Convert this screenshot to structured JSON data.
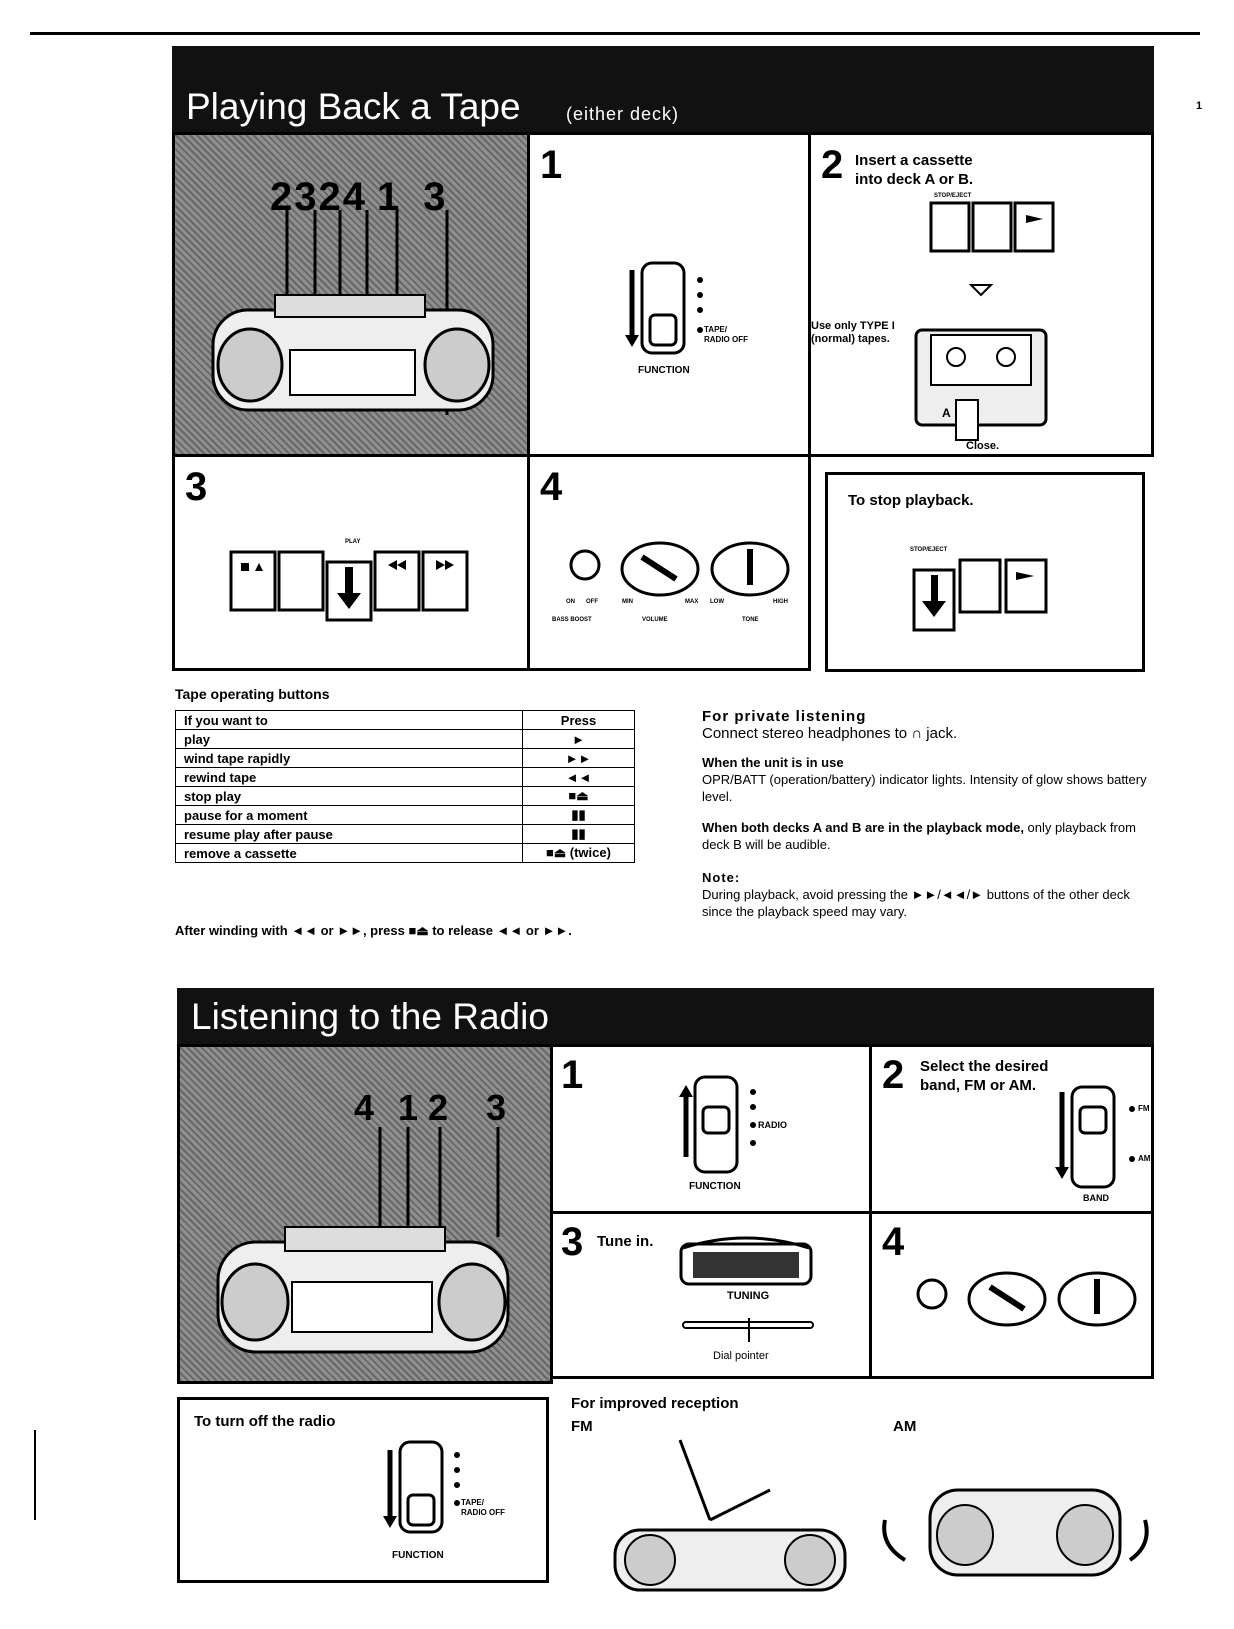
{
  "page_marker": "1",
  "tape": {
    "title": "Playing Back a Tape",
    "subtitle": "(either deck)",
    "callouts": [
      "2",
      "3",
      "2",
      "4",
      "1",
      "3"
    ],
    "step1": {
      "num": "1",
      "switch_label": "TAPE/\nRADIO OFF",
      "caption": "FUNCTION"
    },
    "step2": {
      "num": "2",
      "text": "Insert a cassette\ninto deck A or B.",
      "stop_label": "STOP/EJECT",
      "note": "Use only TYPE I\n(normal) tapes.",
      "close": "Close.",
      "deck_label": "A"
    },
    "step3": {
      "num": "3",
      "play_label": "PLAY"
    },
    "step4": {
      "num": "4",
      "bass": "ON",
      "off": "OFF",
      "bass_caption": "BASS BOOST",
      "volume": "VOLUME",
      "min": "MIN",
      "max": "MAX",
      "tone": "TONE",
      "low": "LOW",
      "high": "HIGH"
    },
    "stop": {
      "title": "To stop playback.",
      "stop_label": "STOP/EJECT"
    }
  },
  "buttons_table": {
    "title": "Tape operating buttons",
    "headers": [
      "If you want to",
      "Press"
    ],
    "rows": [
      [
        "play",
        "►"
      ],
      [
        "wind tape rapidly",
        "►►"
      ],
      [
        "rewind tape",
        "◄◄"
      ],
      [
        "stop play",
        "■⏏"
      ],
      [
        "pause for a moment",
        "▮▮"
      ],
      [
        "resume play after pause",
        "▮▮"
      ],
      [
        "remove a cassette",
        "■⏏ (twice)"
      ]
    ],
    "footnote": "After winding with ◄◄ or ►►, press ■⏏ to release ◄◄ or ►►."
  },
  "info": {
    "private_h": "For private listening",
    "private_t": "Connect stereo headphones to ∩ jack.",
    "inuse_h": "When the unit is in use",
    "inuse_t": "OPR/BATT (operation/battery) indicator lights. Intensity of glow shows battery level.",
    "both_h": "When both decks A and B are in the playback mode,",
    "both_t": " only playback from deck B will be audible.",
    "note_h": "Note:",
    "note_t": "During playback, avoid pressing the ►►/◄◄/► buttons of the other deck since the playback speed may vary."
  },
  "radio": {
    "title": "Listening to the Radio",
    "callouts": [
      "4",
      "1",
      "2",
      "3"
    ],
    "step1": {
      "num": "1",
      "switch_label": "RADIO",
      "caption": "FUNCTION"
    },
    "step2": {
      "num": "2",
      "text": "Select the desired\nband, FM or AM.",
      "fm": "FM",
      "am": "AM",
      "caption": "BAND"
    },
    "step3": {
      "num": "3",
      "text": "Tune in.",
      "tuning": "TUNING",
      "pointer": "Dial pointer"
    },
    "step4": {
      "num": "4"
    },
    "off": {
      "title": "To turn off the radio",
      "switch_label": "TAPE/\nRADIO OFF",
      "caption": "FUNCTION"
    },
    "reception": {
      "title": "For improved reception",
      "fm": "FM",
      "am": "AM"
    }
  }
}
